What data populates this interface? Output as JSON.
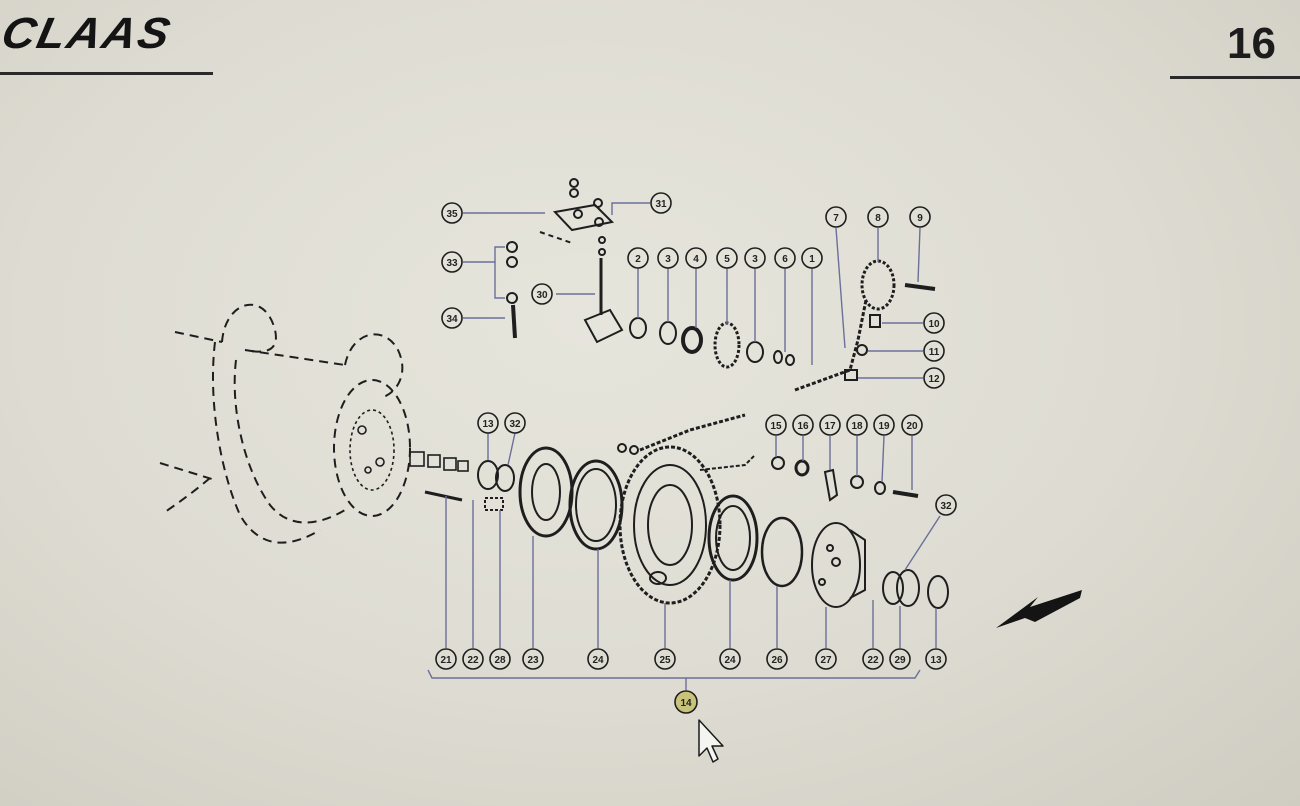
{
  "header": {
    "logo_text": "CLAAS",
    "page_number": "16"
  },
  "diagram": {
    "callouts": [
      {
        "id": "c35",
        "label": "35"
      },
      {
        "id": "c31",
        "label": "31"
      },
      {
        "id": "c33",
        "label": "33"
      },
      {
        "id": "c30",
        "label": "30"
      },
      {
        "id": "c34",
        "label": "34"
      },
      {
        "id": "c2",
        "label": "2"
      },
      {
        "id": "c3a",
        "label": "3"
      },
      {
        "id": "c4",
        "label": "4"
      },
      {
        "id": "c5",
        "label": "5"
      },
      {
        "id": "c3b",
        "label": "3"
      },
      {
        "id": "c6",
        "label": "6"
      },
      {
        "id": "c1",
        "label": "1"
      },
      {
        "id": "c7",
        "label": "7"
      },
      {
        "id": "c8",
        "label": "8"
      },
      {
        "id": "c9",
        "label": "9"
      },
      {
        "id": "c10",
        "label": "10"
      },
      {
        "id": "c11",
        "label": "11"
      },
      {
        "id": "c12",
        "label": "12"
      },
      {
        "id": "c13a",
        "label": "13"
      },
      {
        "id": "c32a",
        "label": "32"
      },
      {
        "id": "c15",
        "label": "15"
      },
      {
        "id": "c16",
        "label": "16"
      },
      {
        "id": "c17",
        "label": "17"
      },
      {
        "id": "c18",
        "label": "18"
      },
      {
        "id": "c19",
        "label": "19"
      },
      {
        "id": "c20",
        "label": "20"
      },
      {
        "id": "c32b",
        "label": "32"
      },
      {
        "id": "c21",
        "label": "21"
      },
      {
        "id": "c22a",
        "label": "22"
      },
      {
        "id": "c28",
        "label": "28"
      },
      {
        "id": "c23",
        "label": "23"
      },
      {
        "id": "c24a",
        "label": "24"
      },
      {
        "id": "c25",
        "label": "25"
      },
      {
        "id": "c24b",
        "label": "24"
      },
      {
        "id": "c26",
        "label": "26"
      },
      {
        "id": "c27",
        "label": "27"
      },
      {
        "id": "c22b",
        "label": "22"
      },
      {
        "id": "c29",
        "label": "29"
      },
      {
        "id": "c13b",
        "label": "13"
      },
      {
        "id": "c14",
        "label": "14"
      }
    ],
    "highlight_color": "#c8c27a",
    "line_color": "#6b6f9a",
    "ink_color": "#1e1e1e"
  },
  "cursor": {
    "icon": "mouse-pointer-icon"
  },
  "indicator": {
    "icon": "arrow-left-down-icon"
  }
}
